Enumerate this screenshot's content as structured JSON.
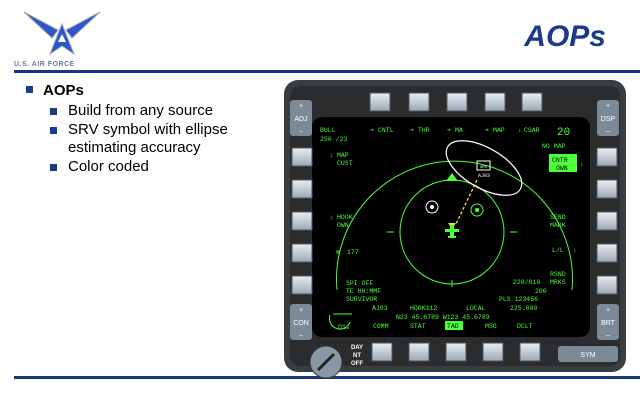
{
  "slide": {
    "title": "AOPs",
    "logo_text": "U.S. AIR FORCE",
    "bullet": "AOPs",
    "sub_bullets": [
      "Build from any source",
      "SRV symbol with ellipse estimating accuracy",
      "Color coded"
    ]
  },
  "mfd": {
    "rockers": {
      "adj": "ADJ",
      "dsp": "DSP",
      "con": "CON",
      "brt": "BRT",
      "sym": "SYM",
      "plus": "+",
      "minus": "–"
    },
    "knob_labels": [
      "DAY",
      "NT",
      "OFF"
    ],
    "screen": {
      "bull": "BULL",
      "bull_value": "250 /23",
      "top_options": [
        "CNTL",
        "THR",
        "MA",
        "MAP"
      ],
      "csar": "CSAR",
      "range": "20",
      "no_map": "NO  MAP",
      "cntr": "CNTR",
      "own": "OWN",
      "map": "MAP",
      "cust": "CUST",
      "hook": "HOOK",
      "hook_own": "OWN",
      "send": "SEND",
      "mark": "MARK",
      "heading": "177",
      "ll": "L/L",
      "rsnd": "RSND",
      "mrks": "MRKS",
      "brg_rng": "220/010",
      "alt": "200",
      "pls": "PLS 123456",
      "freq": "225.000",
      "spi": "SPI OFF",
      "te": "TE HH:MMF",
      "survivor": "SURVIVOR",
      "aj03": "AJ03",
      "hook112": "HOOK112",
      "local": "LOCAL",
      "coords": "N23 45.6789 W123 45.6789",
      "srv": "SRV",
      "srv_id": "AJ03",
      "clock": "D1s",
      "bottom_options": [
        "COMM",
        "STAT",
        "TAD",
        "MSG",
        "DCLT"
      ],
      "selected_bottom": "TAD"
    },
    "colors": {
      "green": "#4cff3a",
      "yellow": "#f5e22a",
      "white": "#ffffff"
    }
  }
}
